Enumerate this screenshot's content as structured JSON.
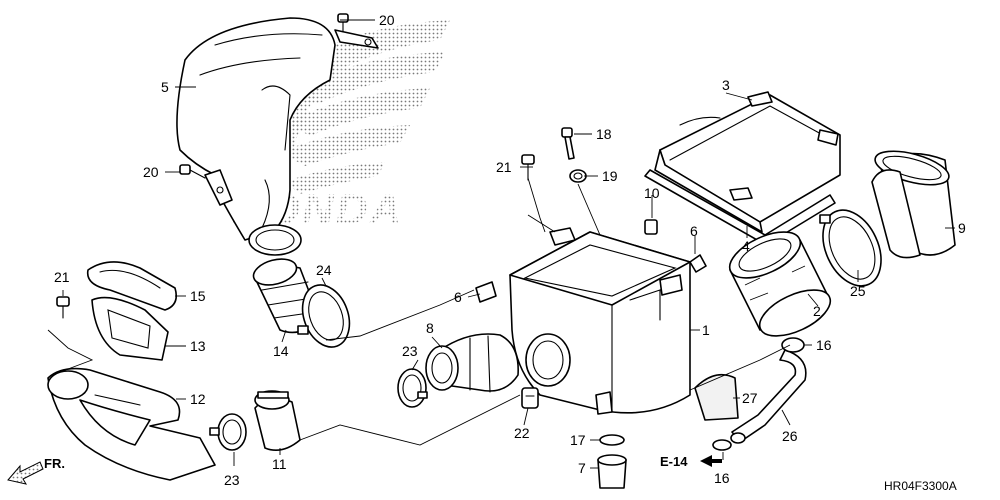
{
  "diagram": {
    "brand": "HONDA",
    "direction_label": "FR.",
    "reference_label": "E-14",
    "figure_code": "HR04F3300A"
  },
  "callouts": [
    {
      "name": "callout-1",
      "label": "1"
    },
    {
      "name": "callout-2",
      "label": "2"
    },
    {
      "name": "callout-3",
      "label": "3"
    },
    {
      "name": "callout-4",
      "label": "4"
    },
    {
      "name": "callout-5",
      "label": "5"
    },
    {
      "name": "callout-6a",
      "label": "6"
    },
    {
      "name": "callout-6b",
      "label": "6"
    },
    {
      "name": "callout-7",
      "label": "7"
    },
    {
      "name": "callout-8",
      "label": "8"
    },
    {
      "name": "callout-9",
      "label": "9"
    },
    {
      "name": "callout-10",
      "label": "10"
    },
    {
      "name": "callout-11",
      "label": "11"
    },
    {
      "name": "callout-12",
      "label": "12"
    },
    {
      "name": "callout-13",
      "label": "13"
    },
    {
      "name": "callout-14",
      "label": "14"
    },
    {
      "name": "callout-15",
      "label": "15"
    },
    {
      "name": "callout-16a",
      "label": "16"
    },
    {
      "name": "callout-16b",
      "label": "16"
    },
    {
      "name": "callout-17",
      "label": "17"
    },
    {
      "name": "callout-18",
      "label": "18"
    },
    {
      "name": "callout-19",
      "label": "19"
    },
    {
      "name": "callout-20a",
      "label": "20"
    },
    {
      "name": "callout-20b",
      "label": "20"
    },
    {
      "name": "callout-21a",
      "label": "21"
    },
    {
      "name": "callout-21b",
      "label": "21"
    },
    {
      "name": "callout-22",
      "label": "22"
    },
    {
      "name": "callout-23a",
      "label": "23"
    },
    {
      "name": "callout-23b",
      "label": "23"
    },
    {
      "name": "callout-24",
      "label": "24"
    },
    {
      "name": "callout-25",
      "label": "25"
    },
    {
      "name": "callout-26",
      "label": "26"
    },
    {
      "name": "callout-27",
      "label": "27"
    }
  ]
}
